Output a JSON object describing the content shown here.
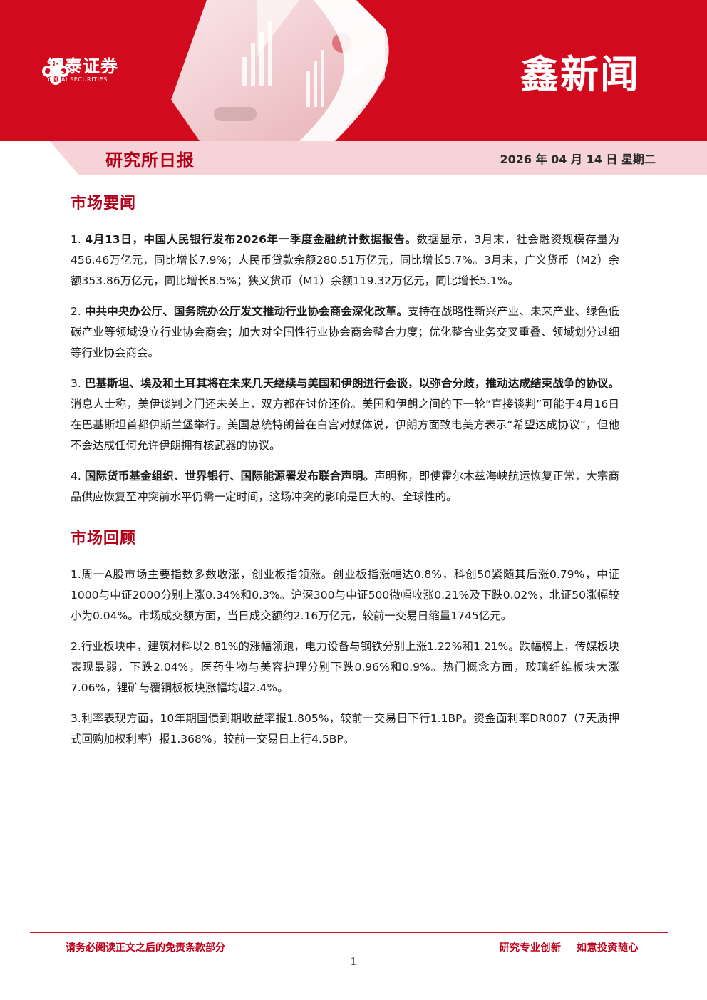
{
  "header": {
    "logo_cn": "银泰证券",
    "logo_en": "YINTAI SECURITIES",
    "brand_title": "鑫新闻",
    "report_title": "研究所日报",
    "date": "2026 年 04 月 14 日  星期二",
    "colors": {
      "brand_red": "#d10a1e",
      "pink": "#f3c9cd"
    }
  },
  "section1": {
    "title": "市场要闻",
    "items": [
      {
        "num": "1.",
        "bold": "4月13日，中国人民银行发布2026年一季度金融统计数据报告。",
        "text": "数据显示，3月末，社会融资规模存量为456.46万亿元，同比增长7.9%；人民币贷款余额280.51万亿元，同比增长5.7%。3月末，广义货币（M2）余额353.86万亿元，同比增长8.5%；狭义货币（M1）余额119.32万亿元，同比增长5.1%。"
      },
      {
        "num": "2.",
        "bold": "中共中央办公厅、国务院办公厅发文推动行业协会商会深化改革。",
        "text": "支持在战略性新兴产业、未来产业、绿色低碳产业等领域设立行业协会商会；加大对全国性行业协会商会整合力度；优化整合业务交叉重叠、领域划分过细等行业协会商会。"
      },
      {
        "num": "3.",
        "bold": "巴基斯坦、埃及和土耳其将在未来几天继续与美国和伊朗进行会谈，以弥合分歧，推动达成结束战争的协议。",
        "text": "消息人士称，美伊谈判之门还未关上，双方都在讨价还价。美国和伊朗之间的下一轮“直接谈判”可能于4月16日在巴基斯坦首都伊斯兰堡举行。美国总统特朗普在白宫对媒体说，伊朗方面致电美方表示“希望达成协议”，但他不会达成任何允许伊朗拥有核武器的协议。"
      },
      {
        "num": "4.",
        "bold": "国际货币基金组织、世界银行、国际能源署发布联合声明。",
        "text": "声明称，即使霍尔木兹海峡航运恢复正常，大宗商品供应恢复至冲突前水平仍需一定时间，这场冲突的影响是巨大的、全球性的。"
      }
    ]
  },
  "section2": {
    "title": "市场回顾",
    "items": [
      {
        "text": "1.周一A股市场主要指数多数收涨，创业板指领涨。创业板指涨幅达0.8%，科创50紧随其后涨0.79%，中证1000与中证2000分别上涨0.34%和0.3%。沪深300与中证500微幅收涨0.21%及下跌0.02%，北证50涨幅较小为0.04%。市场成交额方面，当日成交额约2.16万亿元，较前一交易日缩量1745亿元。"
      },
      {
        "text": "2.行业板块中，建筑材料以2.81%的涨幅领跑，电力设备与钢铁分别上涨1.22%和1.21%。跌幅榜上，传媒板块表现最弱，下跌2.04%，医药生物与美容护理分别下跌0.96%和0.9%。热门概念方面，玻璃纤维板块大涨7.06%，锂矿与覆铜板板块涨幅均超2.4%。"
      },
      {
        "text": "3.利率表现方面，10年期国债到期收益率报1.805%，较前一交易日下行1.1BP。资金面利率DR007（7天质押式回购加权利率）报1.368%，较前一交易日上行4.5BP。"
      }
    ]
  },
  "footer": {
    "left": "请务必阅读正文之后的免责条款部分",
    "right": "研究专业创新    如意投资随心",
    "page": "1"
  }
}
